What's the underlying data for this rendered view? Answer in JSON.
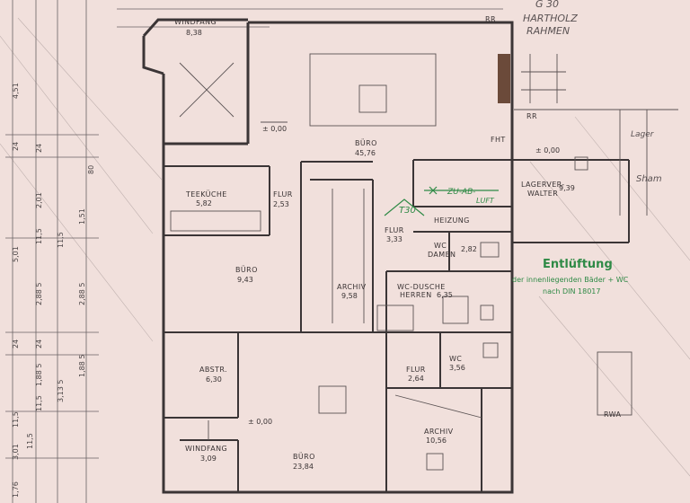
{
  "rooms": [
    {
      "name": "WINDFANG",
      "area": "8,38"
    },
    {
      "name": "BÜRO",
      "area": "45,76"
    },
    {
      "name": "TEEKÜCHE",
      "area": "5,82"
    },
    {
      "name": "FLUR",
      "area": "2,53"
    },
    {
      "name": "FLUR",
      "area": "3,33"
    },
    {
      "name": "HEIZUNG",
      "area": ""
    },
    {
      "name": "WC",
      "sub": "DAMEN",
      "area": "2,82"
    },
    {
      "name": "BÜRO",
      "area": "9,43"
    },
    {
      "name": "ARCHIV",
      "area": "9,58"
    },
    {
      "name": "WC-DUSCHE",
      "sub": "HERREN",
      "area": "6,35"
    },
    {
      "name": "LAGERVER-",
      "sub": "WALTER",
      "area": "9,39"
    },
    {
      "name": "ABSTR.",
      "area": "6,30"
    },
    {
      "name": "FLUR",
      "area": "2,64"
    },
    {
      "name": "WC",
      "area": "3,56"
    },
    {
      "name": "ARCHIV",
      "area": "10,56"
    },
    {
      "name": "WINDFANG",
      "area": "3,09"
    },
    {
      "name": "BÜRO",
      "area": "23,84"
    }
  ],
  "levels": [
    "± 0,00",
    "± 0,00",
    "± 0,00"
  ],
  "annotations": {
    "hartholz_1": "HARTHOLZ",
    "hartholz_2": "RAHMEN",
    "top_note": "G 30",
    "fht": "FHT",
    "zu_ab_1": "ZU-AB-",
    "zu_ab_2": "LUFT",
    "t30": "T30",
    "lager": "Lager",
    "sham": "Sham",
    "rr_1": "RR",
    "rr_2": "RR",
    "rwa": "RWA"
  },
  "ventilation": {
    "title": "Entlüftung",
    "line1": "der innenliegenden Bäder + WC",
    "line2": "nach DIN 18017"
  },
  "dimensions": {
    "left_outer": [
      "4,51",
      "24",
      "5,01",
      "24",
      "11,5",
      "3,01",
      "1,76",
      "11,5"
    ],
    "left_inner": [
      "24",
      "2,01",
      "11,5",
      "2,88 5",
      "24",
      "1,88 5",
      "11,5"
    ],
    "left_third": [
      "80",
      "1,51",
      "2,88 5",
      "3,13 5",
      "1,88 5",
      "11,5"
    ]
  }
}
